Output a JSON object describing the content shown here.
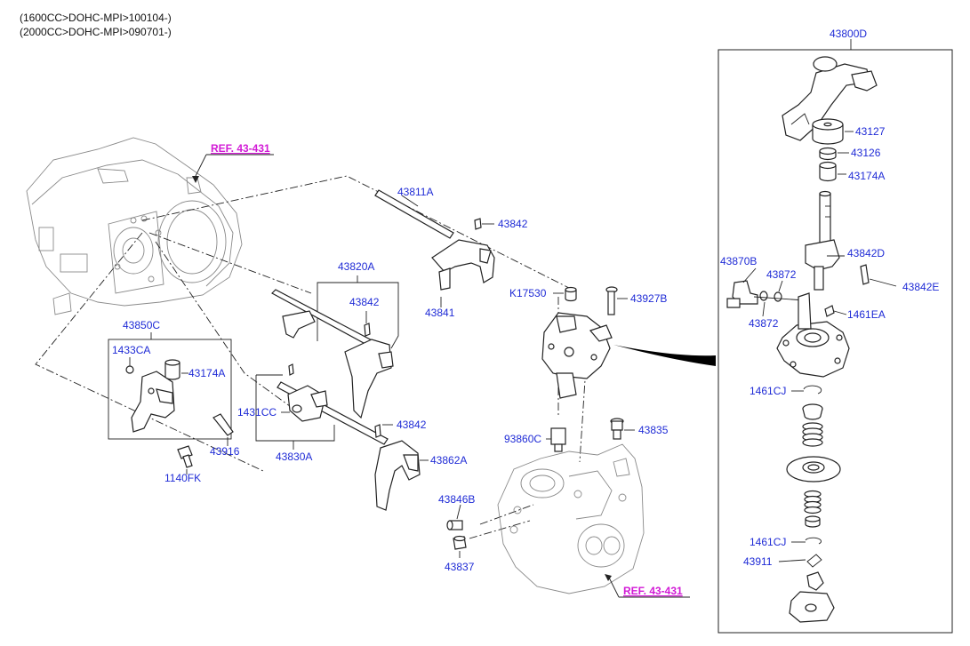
{
  "header": {
    "line1": "(1600CC>DOHC-MPI>100104-)",
    "line2": "(2000CC>DOHC-MPI>090701-)"
  },
  "refs": {
    "ref_top": "REF. 43-431",
    "ref_bottom": "REF. 43-431"
  },
  "labels": {
    "p43800D": "43800D",
    "p43127": "43127",
    "p43126": "43126",
    "p43174A_right": "43174A",
    "p43842D": "43842D",
    "p43842E": "43842E",
    "p43870B": "43870B",
    "p43872_top": "43872",
    "p43872_bottom": "43872",
    "p1461EA": "1461EA",
    "p1461CJ_top": "1461CJ",
    "p1461CJ_bottom": "1461CJ",
    "p43911": "43911",
    "p43811A": "43811A",
    "p43842_a": "43842",
    "p43841": "43841",
    "p43820A": "43820A",
    "p43842_b": "43842",
    "pK17530": "K17530",
    "p43927B": "43927B",
    "p43850C": "43850C",
    "p1433CA": "1433CA",
    "p43174A_left": "43174A",
    "p1431CC": "1431CC",
    "p43842_c": "43842",
    "p43862A": "43862A",
    "p43830A": "43830A",
    "p43916": "43916",
    "p1140FK": "1140FK",
    "p93860C": "93860C",
    "p43835": "43835",
    "p43846B": "43846B",
    "p43837": "43837"
  },
  "colors": {
    "label": "#1f2bd6",
    "ref": "#d21ad6",
    "line": "#222222"
  }
}
